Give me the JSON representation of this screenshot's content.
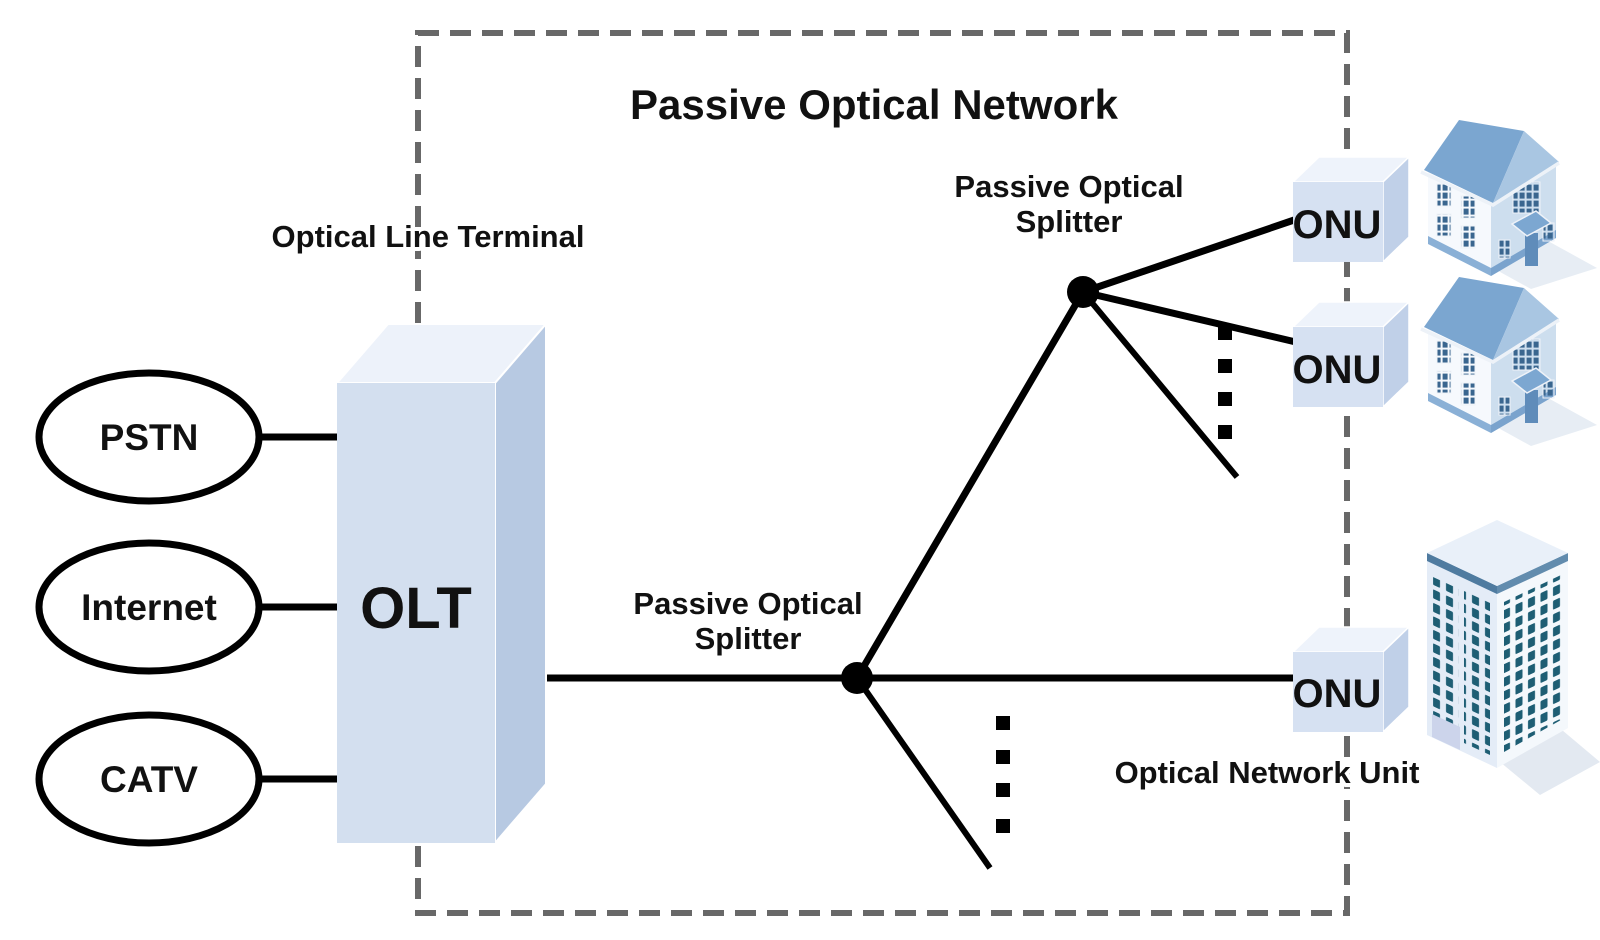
{
  "diagram_title": "Passive Optical Network",
  "olt": {
    "label": "OLT",
    "caption": "Optical Line Terminal"
  },
  "sources": [
    {
      "label": "PSTN"
    },
    {
      "label": "Internet"
    },
    {
      "label": "CATV"
    }
  ],
  "splitters": [
    {
      "caption_line1": "Passive Optical",
      "caption_line2": "Splitter"
    },
    {
      "caption_line1": "Passive Optical",
      "caption_line2": "Splitter"
    }
  ],
  "onus": [
    {
      "label": "ONU"
    },
    {
      "label": "ONU"
    },
    {
      "label": "ONU"
    }
  ],
  "onu_caption": "Optical Network Unit",
  "colors": {
    "line": "#000000",
    "boundary_dash": "#686868",
    "box_front": "#d3dfef",
    "box_top": "#edf2fa",
    "box_side": "#b7c9e2",
    "cube_front": "#d6e1f2",
    "cube_top": "#eef3fb",
    "cube_side": "#c0d0e8",
    "roof_blue": "#7ba6d0",
    "roof_gable": "#a9c6e2",
    "wall_white": "#f6f9fd",
    "wall_blue": "#cddeee",
    "house_base": "#8ab0d6",
    "house_window": "#3a668f",
    "building_wall_left": "#e4ecf7",
    "building_wall_right": "#f4f8fc",
    "building_window": "#1e5e74",
    "building_roof_band": "#5d87a8",
    "shadow": "#e7edf4"
  }
}
